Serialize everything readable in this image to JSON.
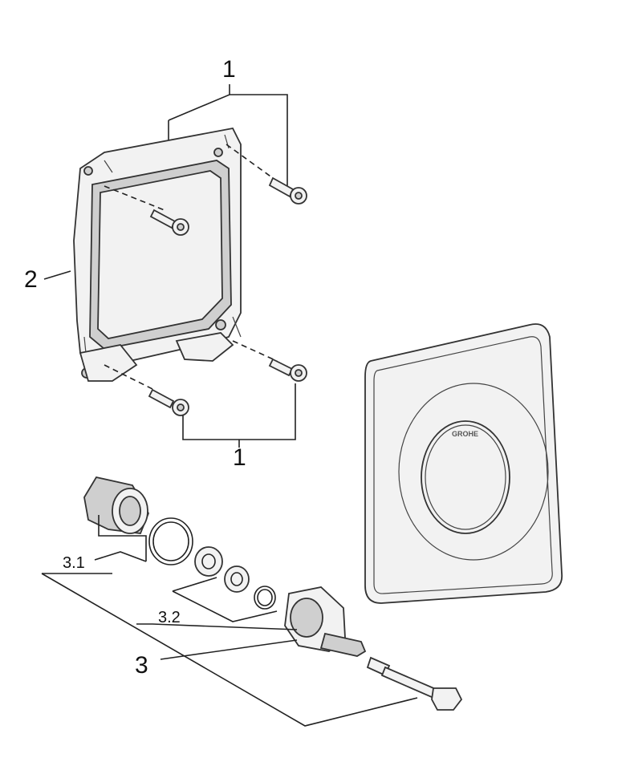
{
  "callouts": {
    "screws_top": "1",
    "screws_bottom": "1",
    "frame": "2",
    "valve_assembly": "3",
    "seal_set_a": "3.1",
    "seal_set_b": "3.2"
  },
  "cover_logo_text": "GROHE",
  "colors": {
    "line": "#222222",
    "part_fill": "#f2f2f2",
    "shade": "#cfcfcf"
  }
}
